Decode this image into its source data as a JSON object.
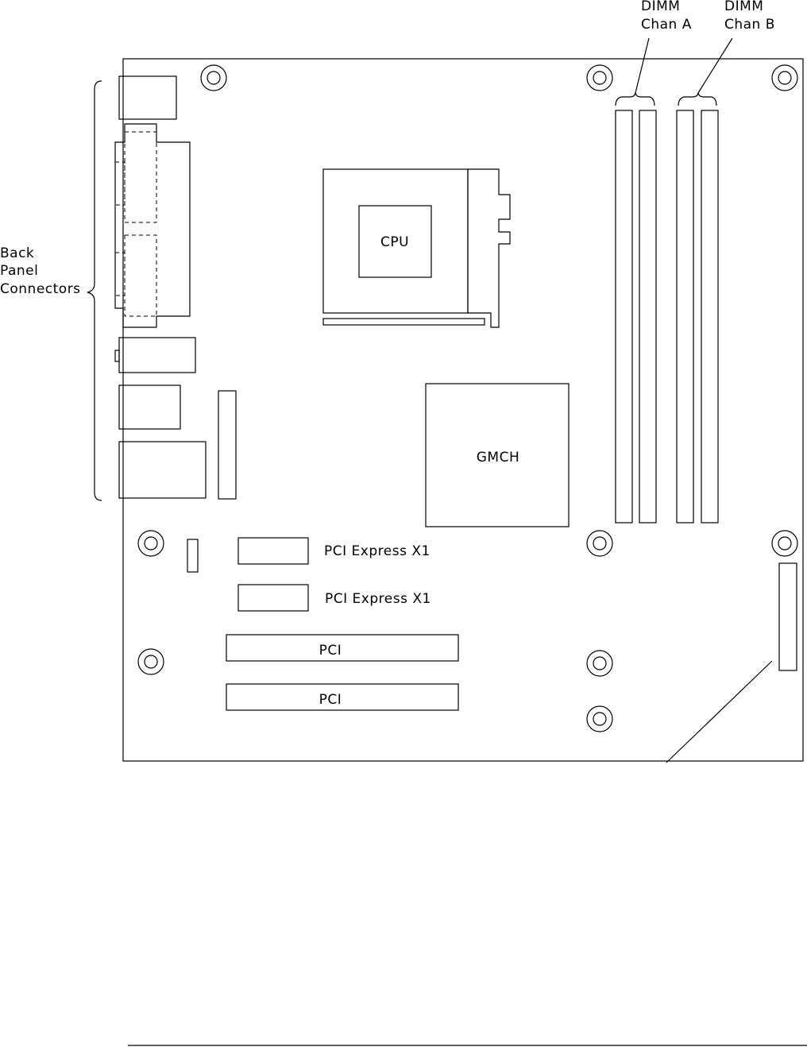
{
  "labels": {
    "dimm_a_line1": "DIMM",
    "dimm_a_line2": "Chan  A",
    "dimm_b_line1": "DIMM",
    "dimm_b_line2": "Chan  B",
    "back_panel_line1": "Back",
    "back_panel_line2": "Panel",
    "back_panel_line3": "Connectors",
    "cpu": "CPU",
    "gmch": "GMCH",
    "pcie_1": "PCI Express X1",
    "pcie_2": "PCI Express X1",
    "pci_1": "PCI",
    "pci_2": "PCI"
  }
}
